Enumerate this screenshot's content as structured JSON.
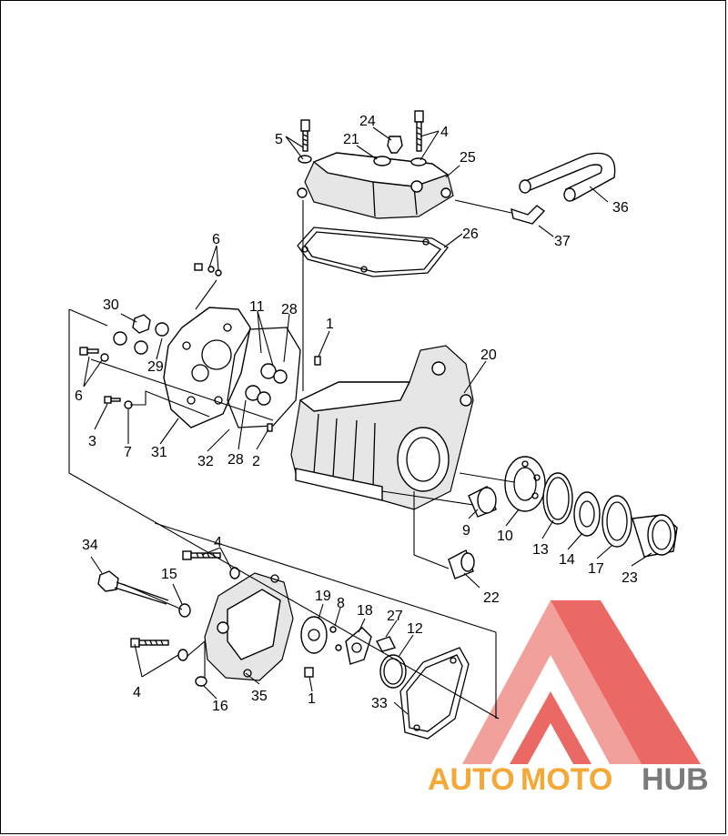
{
  "callouts": [
    {
      "id": "c5",
      "text": "5"
    },
    {
      "id": "c24",
      "text": "24"
    },
    {
      "id": "c21",
      "text": "21"
    },
    {
      "id": "c4a",
      "text": "4"
    },
    {
      "id": "c25",
      "text": "25"
    },
    {
      "id": "c36",
      "text": "36"
    },
    {
      "id": "c37",
      "text": "37"
    },
    {
      "id": "c26",
      "text": "26"
    },
    {
      "id": "c6a",
      "text": "6"
    },
    {
      "id": "c30",
      "text": "30"
    },
    {
      "id": "c11",
      "text": "11"
    },
    {
      "id": "c28a",
      "text": "28"
    },
    {
      "id": "c1a",
      "text": "1"
    },
    {
      "id": "c20",
      "text": "20"
    },
    {
      "id": "c29",
      "text": "29"
    },
    {
      "id": "c6b",
      "text": "6"
    },
    {
      "id": "c3",
      "text": "3"
    },
    {
      "id": "c7",
      "text": "7"
    },
    {
      "id": "c31",
      "text": "31"
    },
    {
      "id": "c32",
      "text": "32"
    },
    {
      "id": "c28b",
      "text": "28"
    },
    {
      "id": "c2",
      "text": "2"
    },
    {
      "id": "c9",
      "text": "9"
    },
    {
      "id": "c10",
      "text": "10"
    },
    {
      "id": "c13",
      "text": "13"
    },
    {
      "id": "c14",
      "text": "14"
    },
    {
      "id": "c17",
      "text": "17"
    },
    {
      "id": "c23",
      "text": "23"
    },
    {
      "id": "c22",
      "text": "22"
    },
    {
      "id": "c34",
      "text": "34"
    },
    {
      "id": "c4b",
      "text": "4"
    },
    {
      "id": "c15",
      "text": "15"
    },
    {
      "id": "c19",
      "text": "19"
    },
    {
      "id": "c8",
      "text": "8"
    },
    {
      "id": "c18",
      "text": "18"
    },
    {
      "id": "c27",
      "text": "27"
    },
    {
      "id": "c12",
      "text": "12"
    },
    {
      "id": "c4c",
      "text": "4"
    },
    {
      "id": "c16",
      "text": "16"
    },
    {
      "id": "c35",
      "text": "35"
    },
    {
      "id": "c1b",
      "text": "1"
    },
    {
      "id": "c33",
      "text": "33"
    }
  ],
  "watermark": {
    "part1": "AUTO",
    "part2": "MOTO",
    "part3": "HUB"
  },
  "colors": {
    "line": "#000000",
    "watermark_red": "#e8504a",
    "watermark_orange": "#f4a836",
    "watermark_gray": "#7a7a7a"
  }
}
